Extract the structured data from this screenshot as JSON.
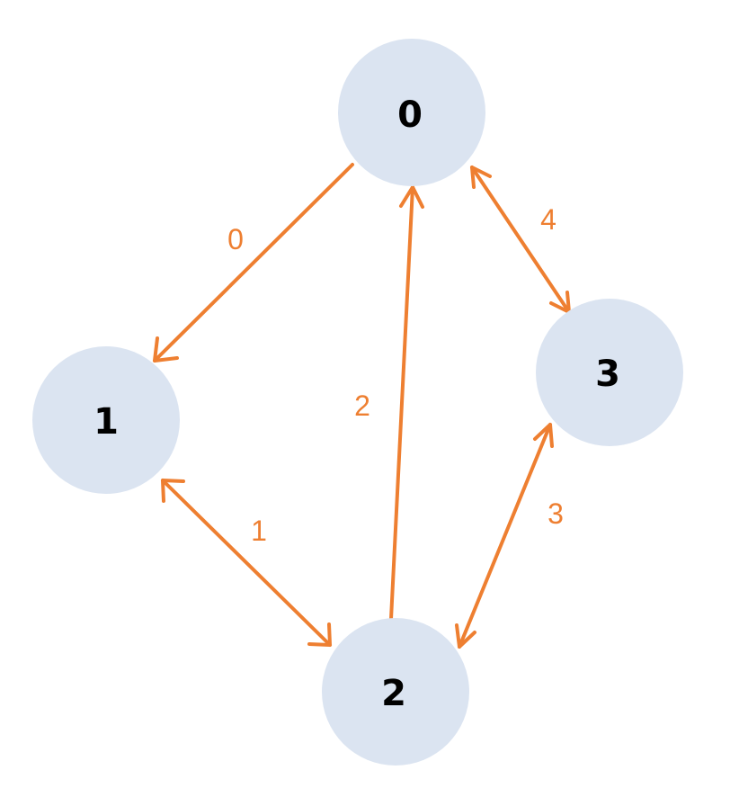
{
  "colors": {
    "node_fill": "#dbe4f1",
    "edge": "#ee7f31",
    "node_text": "#000000",
    "background": "#ffffff"
  },
  "nodes": [
    {
      "id": "0",
      "label": "0"
    },
    {
      "id": "1",
      "label": "1"
    },
    {
      "id": "2",
      "label": "2"
    },
    {
      "id": "3",
      "label": "3"
    }
  ],
  "edges": [
    {
      "from": "0",
      "to": "1",
      "label": "0",
      "direction": "forward"
    },
    {
      "from": "1",
      "to": "2",
      "label": "1",
      "direction": "both"
    },
    {
      "from": "2",
      "to": "0",
      "label": "2",
      "direction": "forward"
    },
    {
      "from": "2",
      "to": "3",
      "label": "3",
      "direction": "both"
    },
    {
      "from": "0",
      "to": "3",
      "label": "4",
      "direction": "both"
    }
  ]
}
